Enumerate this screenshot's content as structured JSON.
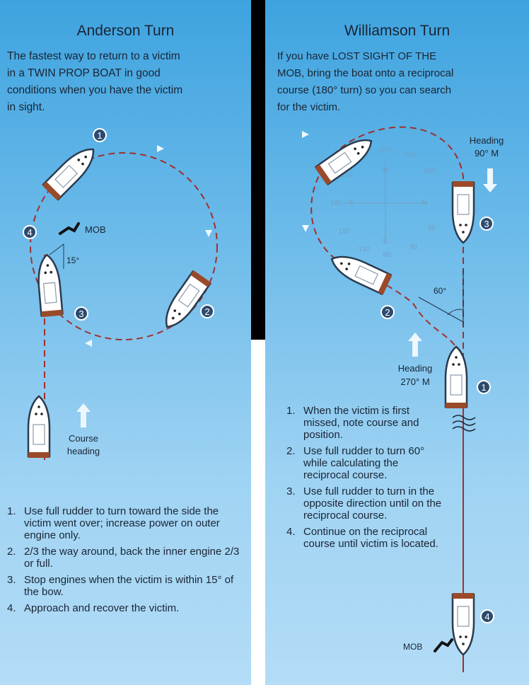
{
  "anderson": {
    "title": "Anderson Turn",
    "intro": [
      "The fastest way to return to a victim",
      "in a TWIN PROP BOAT in good",
      "conditions when you have the victim",
      "in sight."
    ],
    "labels": {
      "mob": "MOB",
      "angle": "15°",
      "course1": "Course",
      "course2": "heading"
    },
    "markers": [
      "1",
      "2",
      "3",
      "4"
    ],
    "steps": [
      {
        "n": "1.",
        "text": "Use full rudder to turn toward the side the victim went over; increase power on outer engine only."
      },
      {
        "n": "2.",
        "text": "2/3 the way around, back the inner engine 2/3 or full."
      },
      {
        "n": "3.",
        "text": "Stop engines when the victim is within 15° of the bow."
      },
      {
        "n": "4.",
        "text": "Approach and recover the victim."
      }
    ]
  },
  "williamson": {
    "title": "Williamson Turn",
    "intro": [
      "If you have LOST SIGHT OF THE",
      "MOB, bring the boat onto a reciprocal",
      "course (180° turn) so you can search",
      "for the victim."
    ],
    "labels": {
      "heading90a": "Heading",
      "heading90b": "90° M",
      "angle": "60°",
      "heading270a": "Heading",
      "heading270b": "270° M",
      "mob": "MOB"
    },
    "compass": {
      "n": "N",
      "e": "E",
      "w": "W",
      "s": "S",
      "d270": "270",
      "d300": "300",
      "d330": "330",
      "d240": "240",
      "d210": "210",
      "d180": "180",
      "d150": "150",
      "d120": "120",
      "d90": "90",
      "d60": "60",
      "d30": "30"
    },
    "markers": [
      "1",
      "2",
      "3",
      "4"
    ],
    "steps": [
      {
        "n": "1.",
        "text": "When the victim is first missed, note course and position."
      },
      {
        "n": "2.",
        "text": "Use full rudder to turn 60° while calculating the reciprocal course."
      },
      {
        "n": "3.",
        "text": "Use full rudder to turn in the opposite direction until on the reciprocal course."
      },
      {
        "n": "4.",
        "text": "Continue on the reciprocal course until victim is located."
      }
    ]
  },
  "colors": {
    "water_top": "#3ea3df",
    "water_bottom": "#b3dcf6",
    "path": "#a0302c",
    "marker": "#2c4a6e",
    "boat_hull": "#ffffff",
    "boat_stern": "#9a4a2a"
  }
}
